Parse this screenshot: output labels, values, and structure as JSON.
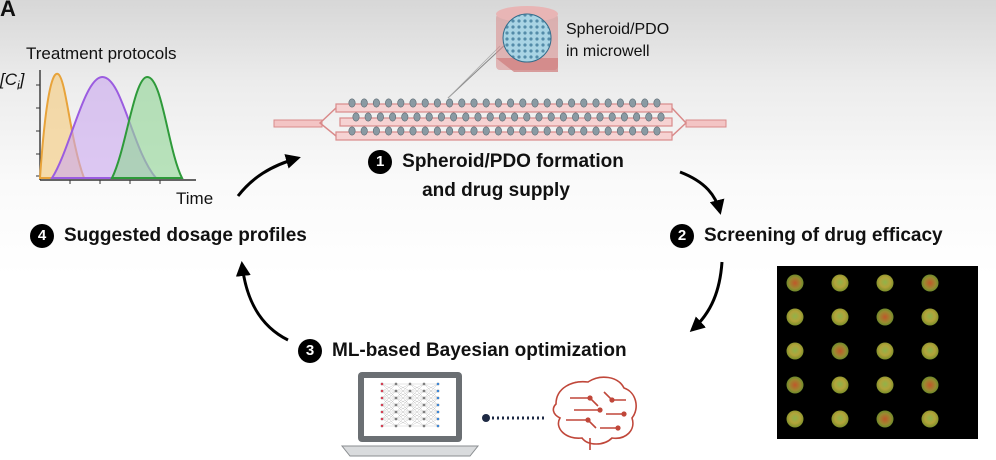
{
  "panel_letter": "A",
  "plot": {
    "title": "Treatment protocols",
    "ylabel_main": "[C",
    "ylabel_sub": "i",
    "ylabel_end": "]",
    "xlabel": "Time",
    "colors": {
      "orange": "#e8a33a",
      "purple": "#9b5ce0",
      "green": "#2e9a3a"
    }
  },
  "chip": {
    "label_line1": "Spheroid/PDO",
    "label_line2": "in microwell",
    "channel_color": "#e7a2a2"
  },
  "steps": [
    {
      "number": "1",
      "line1": "Spheroid/PDO formation",
      "line2": "and drug supply"
    },
    {
      "number": "2",
      "line1": "Screening of drug efficacy"
    },
    {
      "number": "3",
      "line1": "ML-based Bayesian optimization"
    },
    {
      "number": "4",
      "line1": "Suggested dosage profiles"
    }
  ]
}
